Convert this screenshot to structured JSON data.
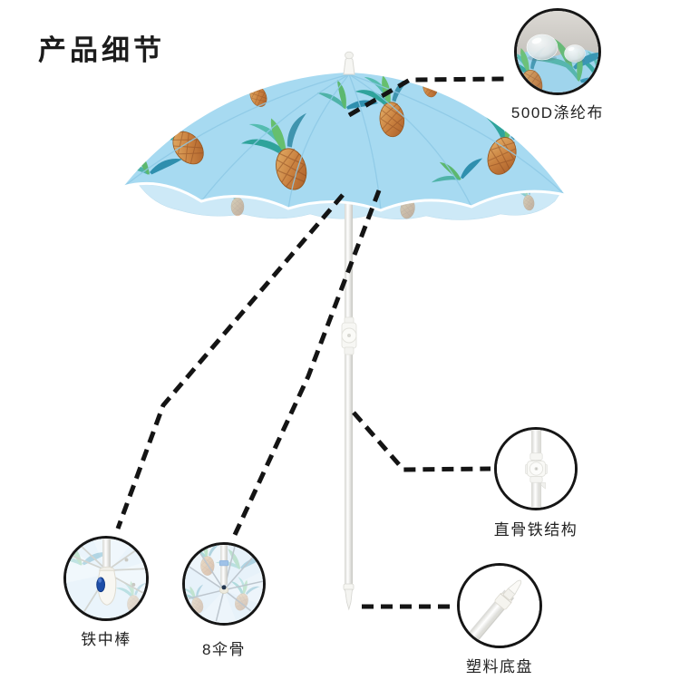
{
  "title": "产品细节",
  "callouts": [
    {
      "id": "fabric",
      "label": "500D涤纶布"
    },
    {
      "id": "center-pole",
      "label": "铁中棒"
    },
    {
      "id": "ribs",
      "label": "8伞骨"
    },
    {
      "id": "rib-structure",
      "label": "直骨铁结构"
    },
    {
      "id": "base",
      "label": "塑料底盘"
    }
  ],
  "colors": {
    "canopy_blue": "#a7daf1",
    "valance_blue": "#cde9f7",
    "seam_blue": "#8ec9e6",
    "trim_white": "#ffffff",
    "pineapple_orange": "#c87f3e",
    "leaf_teal": "#2fa39b",
    "pole_white": "#f4f4f1",
    "button_blue": "#1d4ea8",
    "callout_line": "#141414",
    "circle_border": "#161616",
    "label_text": "#222222"
  }
}
